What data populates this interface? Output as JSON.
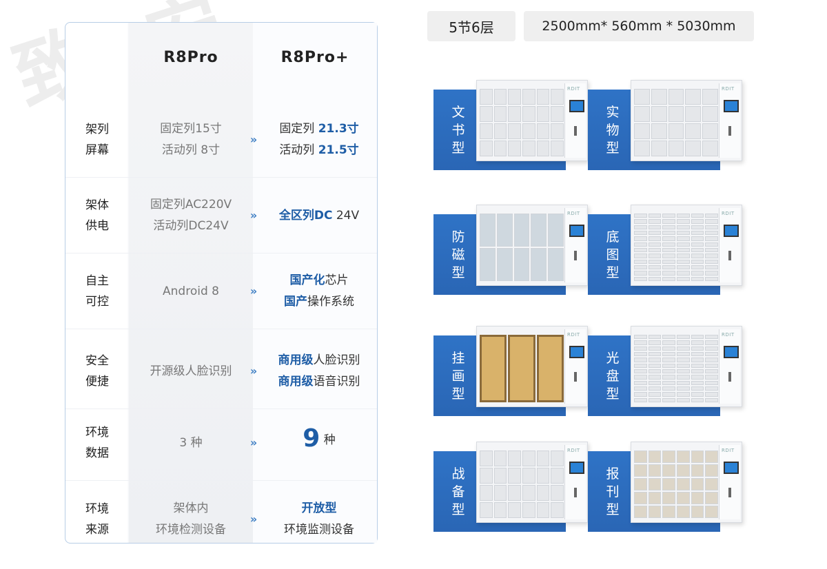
{
  "watermark": [
    "致",
    "安"
  ],
  "table": {
    "col_old": "R8Pro",
    "col_new": "R8Pro+",
    "arrow": "»",
    "rows": [
      {
        "label": [
          "架列",
          "屏幕"
        ],
        "old": [
          "固定列15寸",
          "活动列 8寸"
        ],
        "new": [
          [
            {
              "t": "固定列 ",
              "hl": false
            },
            {
              "t": "21.3寸",
              "hl": true
            }
          ],
          [
            {
              "t": "活动列 ",
              "hl": false
            },
            {
              "t": "21.5寸",
              "hl": true
            }
          ]
        ]
      },
      {
        "label": [
          "架体",
          "供电"
        ],
        "old": [
          "固定列AC220V",
          "活动列DC24V"
        ],
        "new": [
          [
            {
              "t": "全区列DC",
              "hl": true
            },
            {
              "t": " 24V",
              "hl": false
            }
          ]
        ]
      },
      {
        "label": [
          "自主",
          "可控"
        ],
        "old": [
          "Android 8"
        ],
        "new": [
          [
            {
              "t": "国产化",
              "hl": true
            },
            {
              "t": "芯片",
              "hl": false
            }
          ],
          [
            {
              "t": "国产",
              "hl": true
            },
            {
              "t": "操作系统",
              "hl": false
            }
          ]
        ]
      },
      {
        "label": [
          "安全",
          "便捷"
        ],
        "old": [
          "开源级人脸识别"
        ],
        "new": [
          [
            {
              "t": "商用级",
              "hl": true
            },
            {
              "t": "人脸识别",
              "hl": false
            }
          ],
          [
            {
              "t": "商用级",
              "hl": true
            },
            {
              "t": "语音识别",
              "hl": false
            }
          ]
        ]
      },
      {
        "label": [
          "环境",
          "数据"
        ],
        "old": [
          "3 种"
        ],
        "new_big": "9",
        "new_unit": "种"
      },
      {
        "label": [
          "环境",
          "来源"
        ],
        "old": [
          "架体内",
          "环境检测设备"
        ],
        "new": [
          [
            {
              "t": "开放型",
              "hl": true
            }
          ],
          [
            {
              "t": "环境监测设备",
              "hl": false
            }
          ]
        ]
      }
    ]
  },
  "spec": {
    "sections": "5节6层",
    "dimensions": "2500mm*  560mm * 5030mm"
  },
  "cabinet_logo": "RDIT",
  "products": [
    {
      "label": "文书型",
      "style": "doors"
    },
    {
      "label": "实物型",
      "style": "shelves"
    },
    {
      "label": "防磁型",
      "style": "glass"
    },
    {
      "label": "底图型",
      "style": "drawers"
    },
    {
      "label": "挂画型",
      "style": "paintings"
    },
    {
      "label": "光盘型",
      "style": "drawers"
    },
    {
      "label": "战备型",
      "style": "doors"
    },
    {
      "label": "报刊型",
      "style": "books"
    }
  ],
  "colors": {
    "accent": "#1e5da6",
    "tile_blue": "#2f73c6",
    "arrow": "#3f7fc4"
  }
}
